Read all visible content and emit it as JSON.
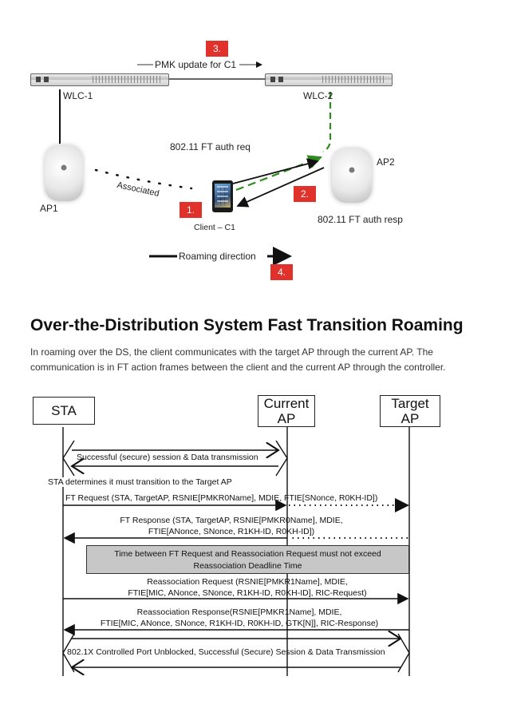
{
  "figure1": {
    "badges": {
      "step1": "1.",
      "step2": "2.",
      "step3": "3.",
      "step4": "4."
    },
    "pmk_update_label": "PMK update for C1",
    "wlc1_label": "WLC-1",
    "wlc2_label": "WLC-2",
    "auth_req_label": "802.11 FT auth req",
    "auth_resp_label": "802.11 FT auth resp",
    "associated_label": "Associated",
    "ap1_label": "AP1",
    "ap2_label": "AP2",
    "client_label": "Client – C1",
    "roaming_label": "Roaming direction",
    "colors": {
      "badge": "#e0312b",
      "ft_path": "#2e8b1e"
    }
  },
  "section": {
    "heading": "Over-the-Distribution System Fast Transition Roaming",
    "paragraph": "In roaming over the DS, the client communicates with the target AP through the current AP. The communication is in FT action frames between the client and the current AP through the controller."
  },
  "figure2": {
    "sta_label": "STA",
    "current_ap_label": {
      "line1": "Current",
      "line2": "AP"
    },
    "target_ap_label": {
      "line1": "Target",
      "line2": "AP"
    },
    "msg_session": "Successful (secure) session & Data transmission",
    "msg_determines": "STA determines it must transition to the Target AP",
    "msg_ft_request": "FT Request (STA, TargetAP,  RSNIE[PMKR0Name], MDIE, FTIE[SNonce, R0KH-ID])",
    "msg_ft_response": {
      "line1": "FT Response (STA, TargetAP, RSNIE[PMKR0Name], MDIE,",
      "line2": "FTIE[ANonce, SNonce, R1KH-ID, R0KH-ID])"
    },
    "msg_deadline": {
      "line1": "Time between FT Request and Reassociation Request must not exceed",
      "line2": "Reassociation Deadline Time"
    },
    "msg_reassoc_request": {
      "line1": "Reassociation Request (RSNIE[PMKR1Name], MDIE,",
      "line2": "FTIE[MIC, ANonce, SNonce, R1KH-ID, R0KH-ID], RIC-Request)"
    },
    "msg_reassoc_response": {
      "line1": "Reassociation Response(RSNIE[PMKR1Name], MDIE,",
      "line2": "FTIE[MIC, ANonce, SNonce, R1KH-ID, R0KH-ID, GTK[N]], RIC-Response)"
    },
    "msg_port_unblocked": "802.1X Controlled Port Unblocked, Successful (Secure) Session & Data Transmission"
  }
}
